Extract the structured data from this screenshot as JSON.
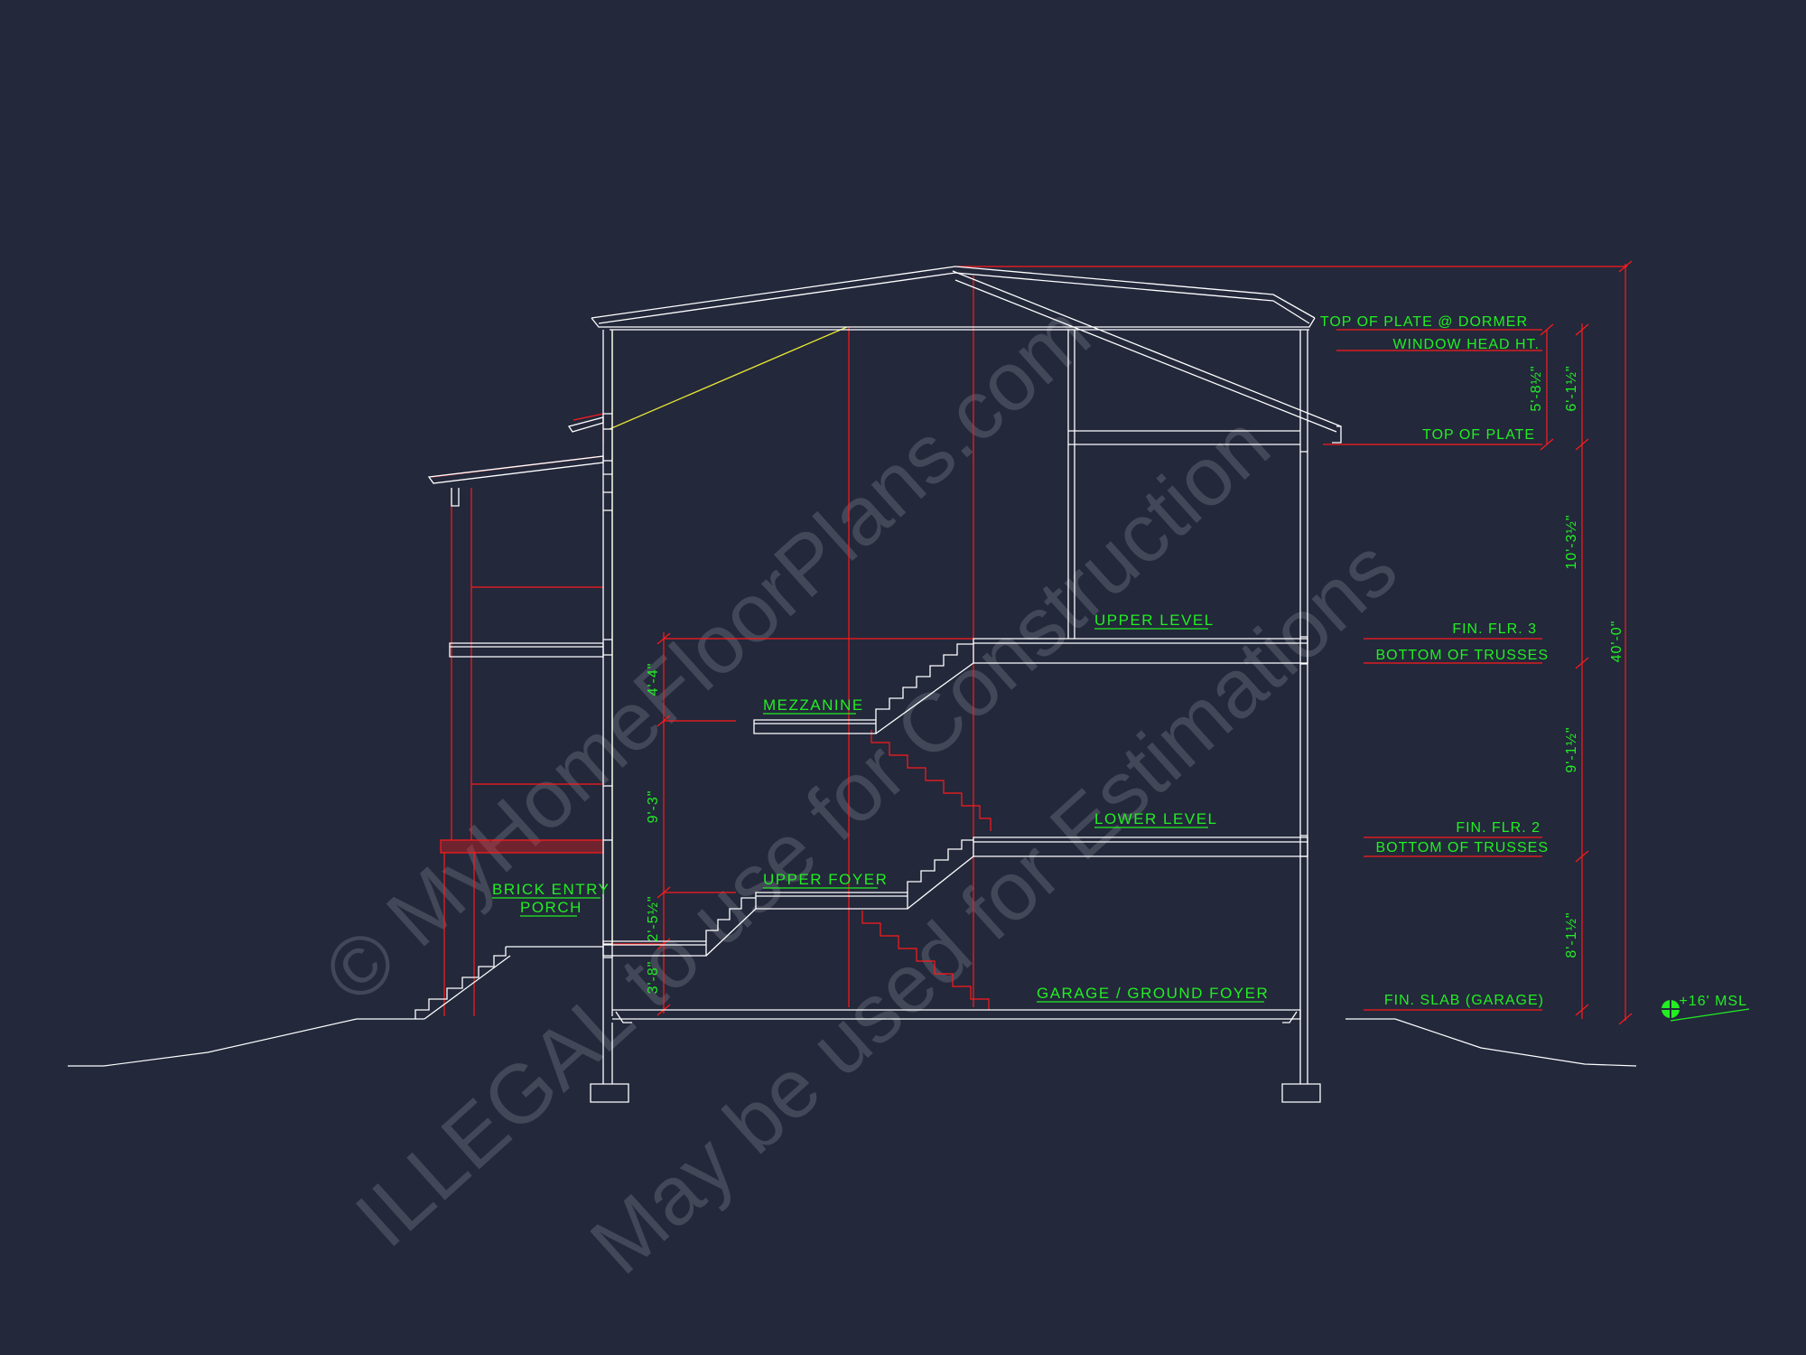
{
  "colors": {
    "background": "#23283b",
    "line": "#ffffff",
    "dimension": "#ff1a1a",
    "label": "#22ee22",
    "accent": "#e6e635",
    "watermark": "#8a8d98"
  },
  "rooms": {
    "upper_level": "UPPER LEVEL",
    "mezzanine": "MEZZANINE",
    "lower_level": "LOWER LEVEL",
    "upper_foyer": "UPPER FOYER",
    "brick_entry_1": "BRICK ENTRY",
    "brick_entry_2": "PORCH",
    "garage": "GARAGE / GROUND FOYER"
  },
  "levels": {
    "top_plate_dormer": "TOP OF PLATE @ DORMER",
    "window_head": "WINDOW HEAD HT.",
    "top_plate": "TOP OF PLATE",
    "fin_flr_3": "FIN. FLR. 3",
    "bottom_trusses_1": "BOTTOM OF TRUSSES",
    "fin_flr_2": "FIN. FLR. 2",
    "bottom_trusses_2": "BOTTOM OF TRUSSES",
    "fin_slab": "FIN. SLAB (GARAGE)",
    "msl": "+16' MSL"
  },
  "dimensions": {
    "overall": "40'-0\"",
    "dormer_plate": "5'-8½\"",
    "window_head": "6'-1½\"",
    "upper_wall": "10'-3½\"",
    "lower_wall": "9'-1½\"",
    "ground_wall": "8'-1½\"",
    "mezzanine_up": "4'-4\"",
    "mezzanine_down": "9'-3\"",
    "foyer_step": "2'-5½\"",
    "slab_step": "3'-8\""
  },
  "watermark": {
    "line1": "© MyHomeFloorPlans.com",
    "line2": "ILLEGAL to use for Construction",
    "line3": "May be used for Estimations"
  }
}
